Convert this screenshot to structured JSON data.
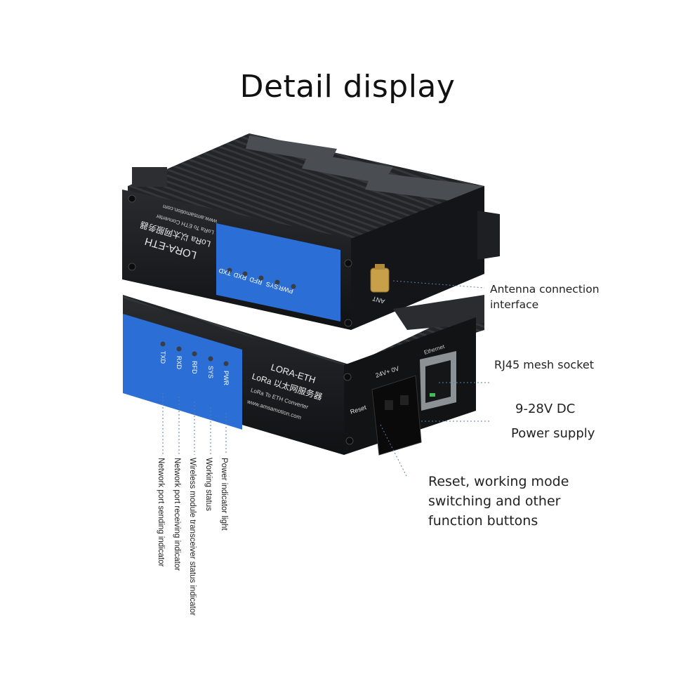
{
  "title": "Detail display",
  "callouts": {
    "antenna_line1": "Antenna connection",
    "antenna_line2": "interface",
    "rj45": "RJ45 mesh socket",
    "dc": "9-28V DC",
    "power": "Power supply",
    "reset_line1": "Reset, working mode",
    "reset_line2": "switching and other",
    "reset_line3": "function buttons"
  },
  "indicators": {
    "txd": "Network port sending indicator",
    "rxd": "Network port receiving indicator",
    "rfd": "Wireless module transceiver status indicator",
    "sys": "Working status",
    "pwr": "Power indicator light"
  },
  "device": {
    "model": "LORA-ETH",
    "name_cn": "LoRa 以太网服务器",
    "subtitle": "LoRa To ETH Converter",
    "website": "www.amsamotion.com",
    "leds": [
      "TXD",
      "RXD",
      "RFD",
      "SYS",
      "PWR"
    ],
    "ant_label": "ANT",
    "reset_label": "Reset",
    "power_terminal_label": "24V+ 0V",
    "ethernet_label": "Ethernet"
  },
  "colors": {
    "body": "#1c1d20",
    "panel_blue": "#2b6fd6",
    "guide_line": "#5a7fa6"
  }
}
